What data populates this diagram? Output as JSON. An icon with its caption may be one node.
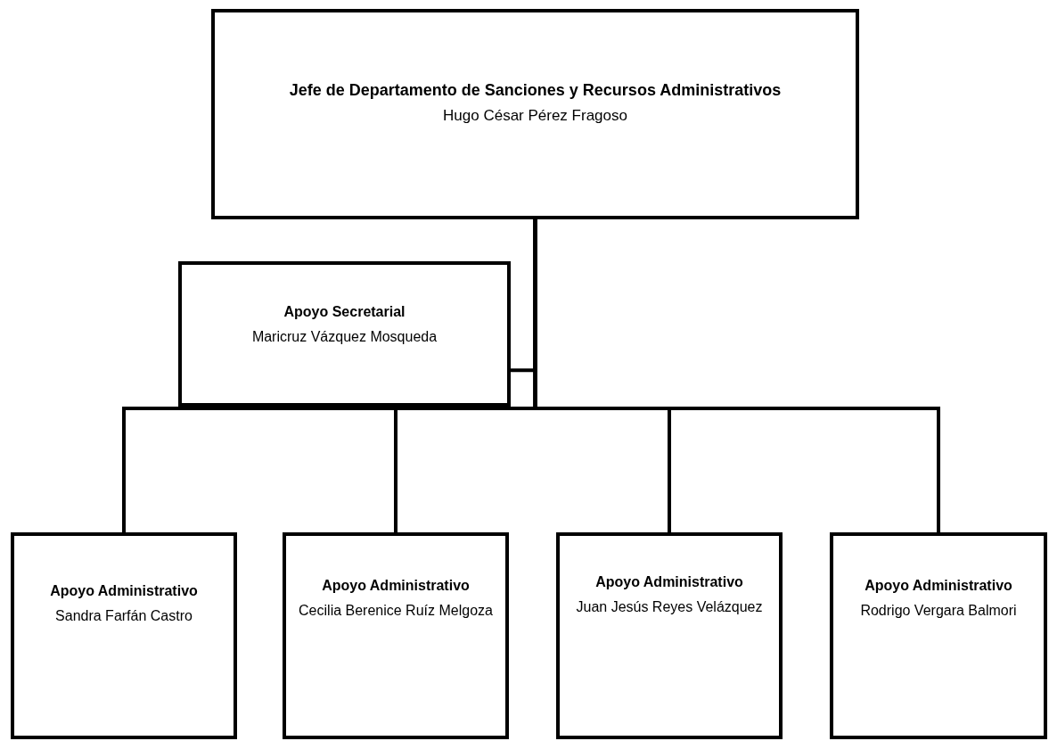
{
  "diagram": {
    "nodes": [
      {
        "text": [
          "Jefe de Departamento de Sanciones y Recursos Administrativos",
          "Hugo César Pérez Fragoso"
        ]
      },
      {
        "text": [
          "Apoyo Secretarial",
          "Maricruz Vázquez Mosqueda"
        ]
      },
      {
        "text": [
          "Apoyo Administrativo",
          "Sandra Farfán Castro"
        ]
      },
      {
        "text": [
          "Apoyo Administrativo",
          "Cecilia Berenice Ruíz Melgoza"
        ]
      },
      {
        "text": [
          "Apoyo Administrativo",
          "Juan Jesús Reyes Velázquez"
        ]
      },
      {
        "text": [
          "Apoyo Administrativo",
          "Rodrigo Vergara Balmori"
        ]
      }
    ],
    "edges": [
      {
        "from": 0,
        "to": 1,
        "arrow": "none"
      },
      {
        "from": 0,
        "to": 2,
        "arrow": "none"
      },
      {
        "from": 0,
        "to": 3,
        "arrow": "none"
      },
      {
        "from": 0,
        "to": 4,
        "arrow": "none"
      },
      {
        "from": 0,
        "to": 5,
        "arrow": "none"
      }
    ]
  }
}
